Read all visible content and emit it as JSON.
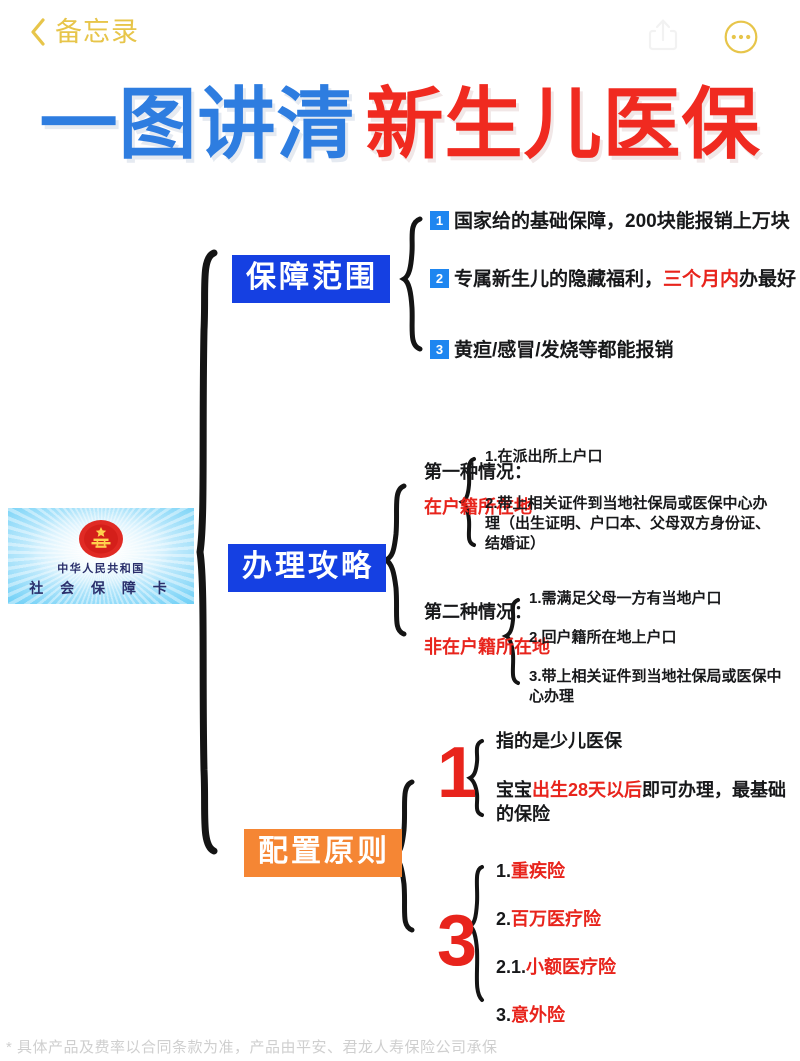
{
  "header": {
    "back_label": "备忘录",
    "back_icon": "chevron-left-icon",
    "share_icon": "share-icon",
    "more_icon": "more-ellipsis-icon",
    "accent_color": "#E7C54A"
  },
  "poster": {
    "title_blue": "一图讲清",
    "title_red": "新生儿医保",
    "blue": "#2E7DE0",
    "red": "#F02A20"
  },
  "card": {
    "name": "social-security-card",
    "line1": "中华人民共和国",
    "line2": "社 会 保 障 卡",
    "emblem": "national-emblem-icon"
  },
  "sections": [
    {
      "id": "scope",
      "label": "保障范围",
      "chip_color": "#1540E2",
      "chip_text_color": "#FFFFFF",
      "items": [
        {
          "badge": "1",
          "text": "国家给的基础保障，200块能报销上万块"
        },
        {
          "badge": "2",
          "text_parts": [
            {
              "t": "专属新生儿的隐藏福利，",
              "color": "#17181A"
            },
            {
              "t": "三个月内",
              "color": "#E8241C"
            },
            {
              "t": "办最好",
              "color": "#17181A"
            }
          ],
          "text": "专属新生儿的隐藏福利，三个月内办最好"
        },
        {
          "badge": "3",
          "text": "黄疸/感冒/发烧等都能报销"
        }
      ]
    },
    {
      "id": "howto",
      "label": "办理攻略",
      "chip_color": "#1540E2",
      "chip_text_color": "#FFFFFF",
      "cases": [
        {
          "title": "第一种情况：",
          "subtitle": "在户籍所在地",
          "subtitle_color": "#E8241C",
          "steps": [
            "1.在派出所上户口",
            "2.带上相关证件到当地社保局或医保中心办理（出生证明、户口本、父母双方身份证、结婚证）"
          ]
        },
        {
          "title": "第二种情况：",
          "subtitle": "非在户籍所在地",
          "subtitle_color": "#E8241C",
          "steps": [
            "1.需满足父母一方有当地户口",
            "2.回户籍所在地上户口",
            "3.带上相关证件到当地社保局或医保中心办理"
          ]
        }
      ]
    },
    {
      "id": "principle",
      "label": "配置原则",
      "chip_color": "#F58634",
      "chip_text_color": "#FFFFFF",
      "groups": [
        {
          "numeral": "1",
          "numeral_color": "#E8241C",
          "items": [
            {
              "text": "指的是少儿医保"
            },
            {
              "text": "宝宝出生28天以后即可办理，最基础的保险",
              "parts": [
                {
                  "t": "宝宝",
                  "color": "#17181A"
                },
                {
                  "t": "出生28天以后",
                  "color": "#E8241C"
                },
                {
                  "t": "即可办理，最基础的保险",
                  "color": "#17181A"
                }
              ]
            }
          ]
        },
        {
          "numeral": "3",
          "numeral_color": "#E8241C",
          "items": [
            {
              "index": "1.",
              "text": "重疾险",
              "color": "#E8241C"
            },
            {
              "index": "2.",
              "text": "百万医疗险",
              "color": "#E8241C"
            },
            {
              "index": "2.1.",
              "text": "小额医疗险",
              "color": "#E8241C"
            },
            {
              "index": "3.",
              "text": "意外险",
              "color": "#E8241C"
            }
          ]
        }
      ]
    }
  ],
  "footnote": "* 具体产品及费率以合同条款为准，产品由平安、君龙人寿保险公司承保",
  "strings": {
    "scope_item1": "国家给的基础保障，200块能报销上万块",
    "scope_item2_a": "专属新生儿的隐藏福利，",
    "scope_item2_b": "三个月内",
    "scope_item2_c": "办最好",
    "scope_item3": "黄疸/感冒/发烧等都能报销",
    "badge1": "1",
    "badge2": "2",
    "badge3": "3",
    "case1_title": "第一种情况：",
    "case1_sub": "在户籍所在地",
    "case1_step1": "1.在派出所上户口",
    "case1_step2": "2.带上相关证件到当地社保局或医保中心办理（出生证明、户口本、父母双方身份证、结婚证）",
    "case2_title": "第二种情况：",
    "case2_sub": "非在户籍所在地",
    "case2_step1": "1.需满足父母一方有当地户口",
    "case2_step2": "2.回户籍所在地上户口",
    "case2_step3": "3.带上相关证件到当地社保局或医保中心办理",
    "p1_item1": "指的是少儿医保",
    "p1_item2_a": "宝宝",
    "p1_item2_b": "出生28天以后",
    "p1_item2_c": "即可办理，最基础的保险",
    "p3_i1_idx": "1.",
    "p3_i1": "重疾险",
    "p3_i2_idx": "2.",
    "p3_i2": "百万医疗险",
    "p3_i3_idx": "2.1.",
    "p3_i3": "小额医疗险",
    "p3_i4_idx": "3.",
    "p3_i4": "意外险",
    "numeral_one": "1",
    "numeral_three": "3"
  }
}
